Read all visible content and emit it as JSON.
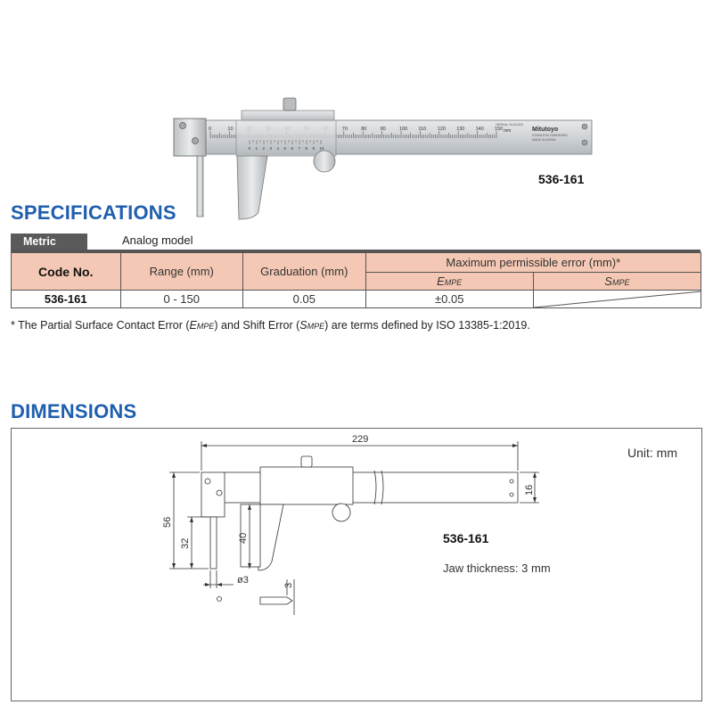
{
  "product": {
    "model_number": "536-161",
    "scale_labels": [
      "0",
      "10",
      "20",
      "30",
      "40",
      "50",
      "60",
      "70",
      "80",
      "90",
      "100",
      "110",
      "120",
      "130",
      "140",
      "150"
    ],
    "scale_unit": "mm",
    "vernier_labels": [
      "0",
      "1",
      "2",
      "3",
      "4",
      "5",
      "6",
      "7",
      "8",
      "9",
      "10"
    ],
    "brand_text": "Mitutoyo",
    "serial_text": "SERIAL 9120163",
    "stainless_text": "STAINLESS HARDENED",
    "made_in_text": "MADE IN JAPAN"
  },
  "specifications": {
    "title": "SPECIFICATIONS",
    "metric_tag": "Metric",
    "model_type": "Analog model",
    "headers": {
      "code": "Code No.",
      "range": "Range (mm)",
      "graduation": "Graduation (mm)",
      "mpe": "Maximum permissible error (mm)*",
      "empe_prefix": "E",
      "empe_sub": "MPE",
      "smpe_prefix": "S",
      "smpe_sub": "MPE"
    },
    "rows": [
      {
        "code": "536-161",
        "range": "0 - 150",
        "graduation": "0.05",
        "empe": "±0.05",
        "smpe": ""
      }
    ],
    "footnote": {
      "part1": "* The Partial Surface Contact Error (",
      "e": "E",
      "e_sub": "MPE",
      "part2": ") and Shift Error (",
      "s": "S",
      "s_sub": "MPE",
      "part3": ") are terms defined by ISO 13385-1:2019."
    }
  },
  "dimensions": {
    "title": "DIMENSIONS",
    "unit": "Unit: mm",
    "model_number": "536-161",
    "jaw_thickness": "Jaw thickness: 3 mm",
    "labels": {
      "overall_length": "229",
      "beam_height": "16",
      "total_height": "56",
      "pin_length": "32",
      "jaw_length": "40",
      "pin_diameter": "ø3",
      "jaw_thk": "3"
    }
  }
}
